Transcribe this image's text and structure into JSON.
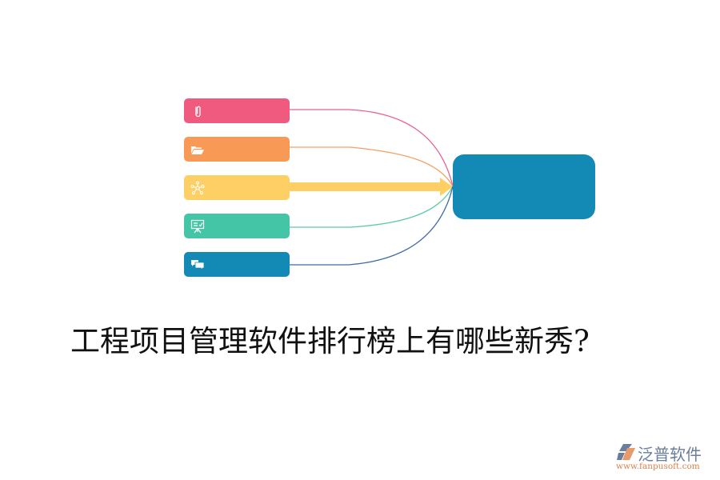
{
  "diagram": {
    "title": "工程项目管理软件排行榜上有哪些新秀?",
    "nodes": [
      {
        "id": "node-1",
        "icon": "paperclip-icon",
        "color": "#f05a7e",
        "label": ""
      },
      {
        "id": "node-2",
        "icon": "folder-open-icon",
        "color": "#f89a56",
        "label": ""
      },
      {
        "id": "node-3",
        "icon": "network-icon",
        "color": "#fecf65",
        "label": ""
      },
      {
        "id": "node-4",
        "icon": "presentation-board-icon",
        "color": "#44c5a6",
        "label": ""
      },
      {
        "id": "node-5",
        "icon": "chat-bubbles-icon",
        "color": "#128ab5",
        "label": ""
      }
    ],
    "center": {
      "color": "#128ab5",
      "label": ""
    },
    "link_colors": [
      "#e8618a",
      "#f5a063",
      "#fecf65",
      "#5cc9a8",
      "#3f6aa8"
    ]
  },
  "watermark": {
    "brand": "泛普软件",
    "url": "www.fanpusoft.com",
    "brand_color": "#6a7d9a",
    "url_color": "#d9844f"
  }
}
